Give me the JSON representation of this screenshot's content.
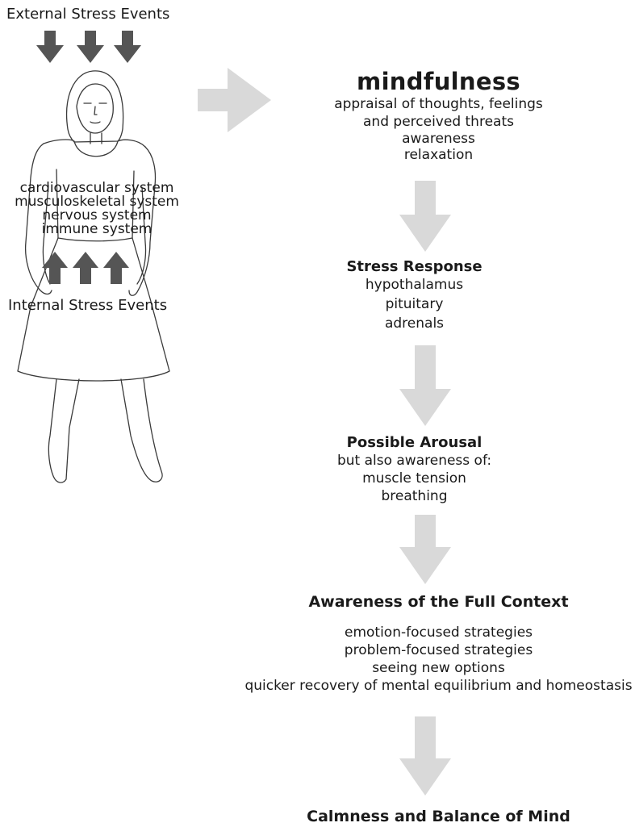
{
  "figure": {
    "external_label": "External Stress Events",
    "internal_label": "Internal Stress Events",
    "body_systems": [
      "cardiovascular system",
      "musculoskeletal system",
      "nervous system",
      "immune system"
    ]
  },
  "flow": {
    "mindfulness": {
      "title": "mindfulness",
      "lines": [
        "appraisal of thoughts, feelings",
        "and perceived threats",
        "awareness",
        "relaxation"
      ]
    },
    "stress_response": {
      "title": "Stress Response",
      "lines": [
        "hypothalamus",
        "pituitary",
        "adrenals"
      ]
    },
    "arousal": {
      "title": "Possible Arousal",
      "lines": [
        "but also awareness of:",
        "muscle tension",
        "breathing"
      ]
    },
    "context": {
      "title": "Awareness of the Full Context",
      "lines": [
        "emotion-focused strategies",
        "problem-focused strategies",
        "seeing new options",
        "quicker recovery of mental equilibrium and homeostasis"
      ]
    },
    "calm": {
      "title": "Calmness and Balance of Mind"
    }
  },
  "colors": {
    "dark_arrow": "#555555",
    "light_arrow": "#d9d9d9",
    "outline": "#3a3a3a"
  }
}
